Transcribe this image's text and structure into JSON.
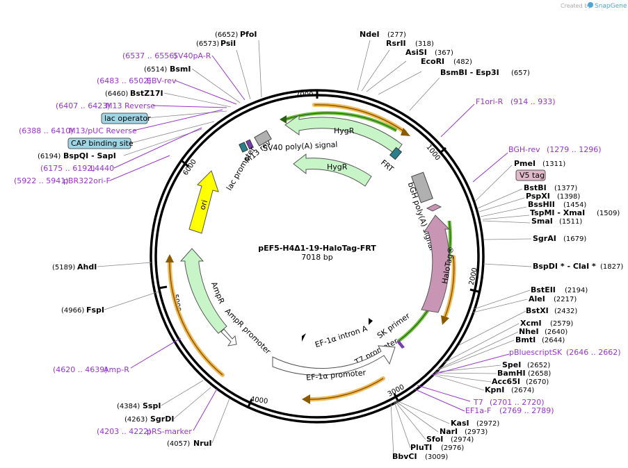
{
  "header": {
    "created_by": "Created by",
    "brand": "SnapGene"
  },
  "map": {
    "name": "pEF5-H4Δ1-19-HaloTag-FRT",
    "length": "7018 bp",
    "ticks": [
      "1000",
      "2000",
      "3000",
      "4000",
      "5000",
      "6000",
      "7000"
    ]
  },
  "sites_right": [
    {
      "name": "NdeI",
      "pos": "(277)"
    },
    {
      "name": "RsrII",
      "pos": "(318)"
    },
    {
      "name": "AsiSI",
      "pos": "(367)"
    },
    {
      "name": "EcoRI",
      "pos": "(482)"
    },
    {
      "name": "BsmBI - Esp3I",
      "pos": "(657)"
    },
    {
      "name": "PmeI",
      "pos": "(1311)"
    },
    {
      "name": "BstBI",
      "pos": "(1377)"
    },
    {
      "name": "PspXI",
      "pos": "(1398)"
    },
    {
      "name": "BssHII",
      "pos": "(1454)"
    },
    {
      "name": "TspMI - XmaI",
      "pos": "(1509)"
    },
    {
      "name": "SmaI",
      "pos": "(1511)"
    },
    {
      "name": "SgrAI",
      "pos": "(1679)"
    },
    {
      "name": "BspDI * - ClaI *",
      "pos": "(1827)"
    },
    {
      "name": "BstEII",
      "pos": "(2194)"
    },
    {
      "name": "AleI",
      "pos": "(2217)"
    },
    {
      "name": "BstXI",
      "pos": "(2432)"
    },
    {
      "name": "XcmI",
      "pos": "(2579)"
    },
    {
      "name": "NheI",
      "pos": "(2640)"
    },
    {
      "name": "BmtI",
      "pos": "(2644)"
    },
    {
      "name": "SpeI",
      "pos": "(2652)"
    },
    {
      "name": "BamHI",
      "pos": "(2658)"
    },
    {
      "name": "Acc65I",
      "pos": "(2670)"
    },
    {
      "name": "KpnI",
      "pos": "(2674)"
    },
    {
      "name": "KasI",
      "pos": "(2972)"
    },
    {
      "name": "NarI",
      "pos": "(2973)"
    },
    {
      "name": "SfoI",
      "pos": "(2974)"
    },
    {
      "name": "PluTI",
      "pos": "(2976)"
    },
    {
      "name": "BbvCI",
      "pos": "(3009)"
    }
  ],
  "sites_left": [
    {
      "name": "PfoI",
      "pos": "(6652)"
    },
    {
      "name": "PsiI",
      "pos": "(6573)"
    },
    {
      "name": "BsmI",
      "pos": "(6514)"
    },
    {
      "name": "BstZ17I",
      "pos": "(6460)"
    },
    {
      "name": "BspQI - SapI",
      "pos": "(6194)"
    },
    {
      "name": "AhdI",
      "pos": "(5189)"
    },
    {
      "name": "FspI",
      "pos": "(4966)"
    },
    {
      "name": "SspI",
      "pos": "(4384)"
    },
    {
      "name": "SgrDI",
      "pos": "(4263)"
    },
    {
      "name": "NruI",
      "pos": "(4057)"
    }
  ],
  "primers_right": [
    {
      "name": "F1ori-R",
      "pos": "(914 .. 933)"
    },
    {
      "name": "BGH-rev",
      "pos": "(1279 .. 1296)"
    },
    {
      "name": "pBluescriptSK",
      "pos": "(2646 .. 2662)"
    },
    {
      "name": "T7",
      "pos": "(2701 .. 2720)"
    },
    {
      "name": "EF1a-F",
      "pos": "(2769 .. 2789)"
    }
  ],
  "primers_left": [
    {
      "name": "SV40pA-R",
      "pos": "(6537 .. 6556)"
    },
    {
      "name": "EBV-rev",
      "pos": "(6483 .. 6502)"
    },
    {
      "name": "M13 Reverse",
      "pos": "(6407 .. 6423)"
    },
    {
      "name": "M13/pUC Reverse",
      "pos": "(6388 .. 6410)"
    },
    {
      "name": "L4440",
      "pos": "(6175 .. 6192)"
    },
    {
      "name": "pBR322ori-F",
      "pos": "(5922 .. 5941)"
    },
    {
      "name": "Amp-R",
      "pos": "(4620 .. 4639)"
    },
    {
      "name": "pRS-marker",
      "pos": "(4203 .. 4222)"
    }
  ],
  "boxes": [
    {
      "name": "V5 tag"
    },
    {
      "name": "lac operator"
    },
    {
      "name": "CAP binding site"
    }
  ],
  "features": {
    "hygr1": "HygR",
    "hygr2": "HygR",
    "frt": "FRT",
    "sv40": "SV40 poly(A) signal",
    "m13rev": "M13 rev",
    "lacp": "lac promoter",
    "ori": "ori",
    "ampr": "AmpR",
    "amprp": "AmpR promoter",
    "bgh": "bGH poly(A) signal",
    "halo": "HaloTag®",
    "sk": "SK primer",
    "t7p": "T7 promoter",
    "ef1intron": "EF-1α intron A",
    "ef1p": "EF-1α promoter"
  },
  "colors": {
    "primer": "#9933cc",
    "halo": "#c895b4",
    "ori": "#ffff00",
    "hygr": "#c8f5c8",
    "ampr": "#c8f5c8",
    "orf": "#f0b040",
    "brand": "#4aa8d8"
  }
}
